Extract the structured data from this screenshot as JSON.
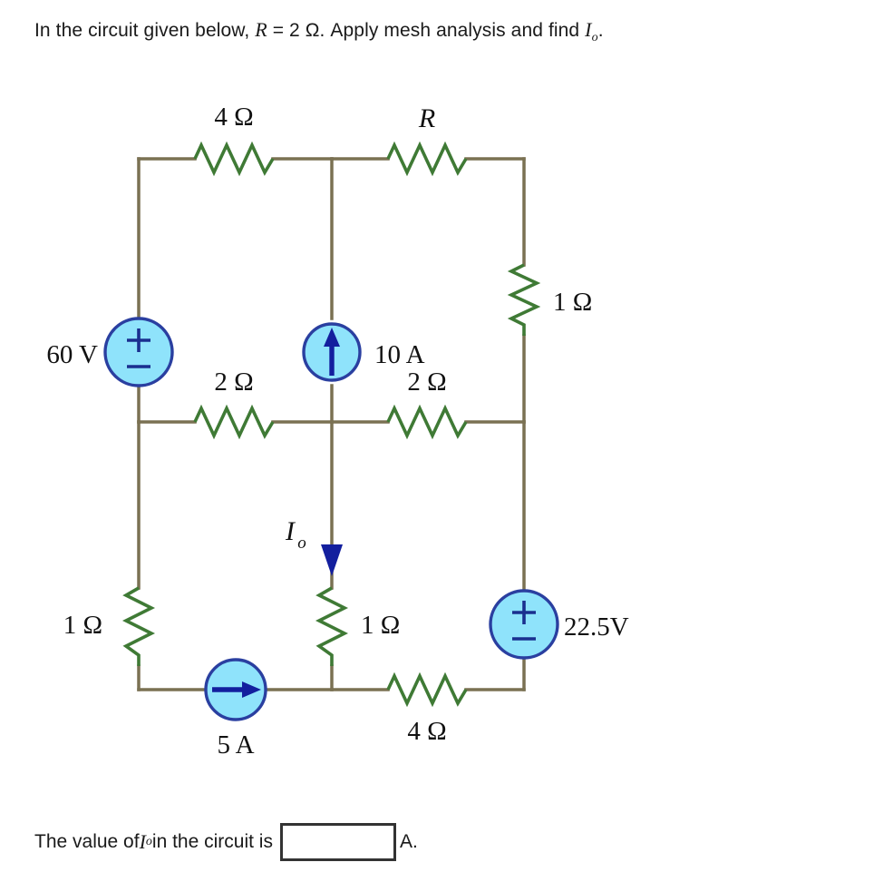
{
  "question": {
    "prefix": "In the circuit given below, ",
    "r_symbol": "R",
    "r_value": " = 2 Ω. Apply mesh analysis and find ",
    "current_symbol": "I",
    "current_sub": "o",
    "suffix": "."
  },
  "circuit": {
    "components": {
      "r_top_left": "4 Ω",
      "r_top_right": "R",
      "v_left": "60 V",
      "i_mid_top": "10 A",
      "r_right_upper": "1 Ω",
      "r_mid_left": "2 Ω",
      "r_mid_right": "2 Ω",
      "current_label": "I",
      "current_label_sub": "o",
      "r_bottom_left": "1 Ω",
      "r_bottom_mid": "1 Ω",
      "v_right": "22.5V",
      "i_bottom": "5 A",
      "r_bottom_right": "4 Ω"
    },
    "colors": {
      "wire": "#7a7152",
      "resistor": "#3f7a35",
      "source_fill": "#8fe3fb",
      "source_stroke": "#2a3fa0",
      "source_glyph": "#1a2f8f",
      "arrow": "#131f9e"
    }
  },
  "answer": {
    "prefix": "The value of ",
    "symbol": "I",
    "symbol_sub": "o",
    "middle": " in the circuit is ",
    "input_value": "",
    "unit": "A."
  }
}
